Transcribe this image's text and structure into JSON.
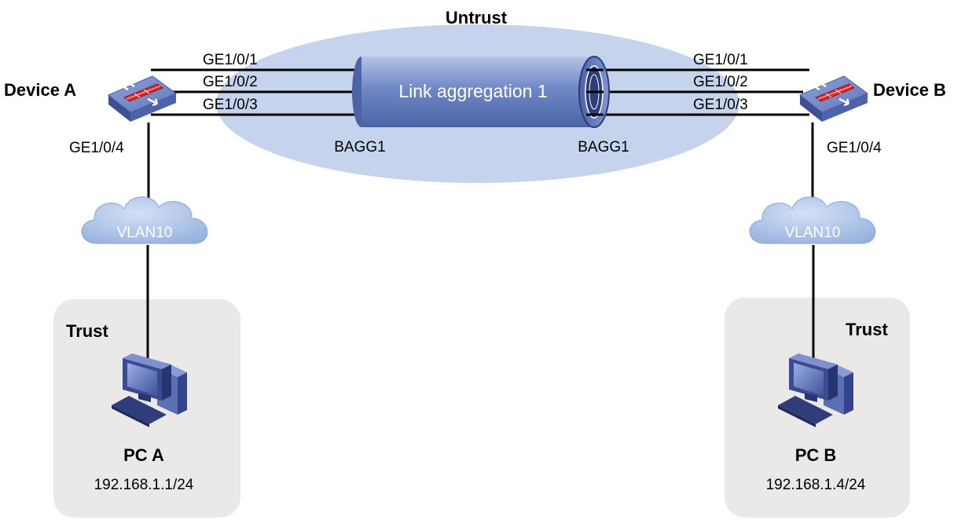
{
  "zones": {
    "untrust": "Untrust",
    "trust_left": "Trust",
    "trust_right": "Trust"
  },
  "link_aggregation": {
    "label": "Link aggregation 1",
    "bagg_left": "BAGG1",
    "bagg_right": "BAGG1"
  },
  "device_a": {
    "name": "Device A",
    "ports": [
      "GE1/0/1",
      "GE1/0/2",
      "GE1/0/3"
    ],
    "downlink": "GE1/0/4",
    "vlan": "VLAN10"
  },
  "device_b": {
    "name": "Device B",
    "ports": [
      "GE1/0/1",
      "GE1/0/2",
      "GE1/0/3"
    ],
    "downlink": "GE1/0/4",
    "vlan": "VLAN10"
  },
  "pc_a": {
    "name": "PC A",
    "ip": "192.168.1.1/24"
  },
  "pc_b": {
    "name": "PC B",
    "ip": "192.168.1.4/24"
  },
  "colors": {
    "untrust_zone": "#c5d4ec",
    "trust_zone": "#ebe9e8",
    "tube": "#6f86c3",
    "device": "#6f86c7",
    "cloud": "#a9c0e6",
    "link": "#000000"
  }
}
